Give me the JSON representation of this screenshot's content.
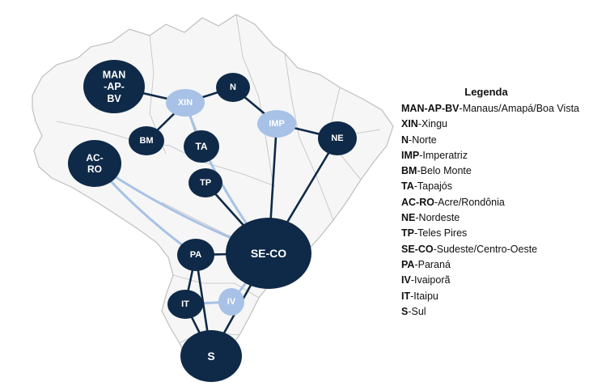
{
  "colors": {
    "node_dark": "#0f2a48",
    "node_light": "#a7c2e6",
    "link_dark": "#0f2a48",
    "link_light": "#a7c2e6",
    "map_fill": "#f6f6f6",
    "map_stroke": "#bfbfbf"
  },
  "nodes": [
    {
      "id": "man",
      "lines": [
        "MAN",
        "-AP-",
        "BV"
      ],
      "style": "dark"
    },
    {
      "id": "xin",
      "lines": [
        "XIN"
      ],
      "style": "light"
    },
    {
      "id": "n",
      "lines": [
        "N"
      ],
      "style": "dark"
    },
    {
      "id": "imp",
      "lines": [
        "IMP"
      ],
      "style": "light"
    },
    {
      "id": "ne",
      "lines": [
        "NE"
      ],
      "style": "dark"
    },
    {
      "id": "bm",
      "lines": [
        "BM"
      ],
      "style": "dark"
    },
    {
      "id": "ta",
      "lines": [
        "TA"
      ],
      "style": "dark"
    },
    {
      "id": "acro",
      "lines": [
        "AC-",
        "RO"
      ],
      "style": "dark"
    },
    {
      "id": "tp",
      "lines": [
        "TP"
      ],
      "style": "dark"
    },
    {
      "id": "seco",
      "lines": [
        "SE-CO"
      ],
      "style": "dark"
    },
    {
      "id": "pa",
      "lines": [
        "PA"
      ],
      "style": "dark"
    },
    {
      "id": "it",
      "lines": [
        "IT"
      ],
      "style": "dark"
    },
    {
      "id": "iv",
      "lines": [
        "IV"
      ],
      "style": "light"
    },
    {
      "id": "s",
      "lines": [
        "S"
      ],
      "style": "dark"
    }
  ],
  "links": [
    {
      "from": "man",
      "to": "xin",
      "style": "dark"
    },
    {
      "from": "xin",
      "to": "n",
      "style": "dark"
    },
    {
      "from": "xin",
      "to": "bm",
      "style": "dark"
    },
    {
      "from": "xin",
      "to": "ta",
      "style": "dark"
    },
    {
      "from": "n",
      "to": "imp",
      "style": "dark"
    },
    {
      "from": "imp",
      "to": "ne",
      "style": "dark"
    },
    {
      "from": "xin",
      "to": "seco",
      "style": "light"
    },
    {
      "from": "imp",
      "to": "seco",
      "style": "dark"
    },
    {
      "from": "ne",
      "to": "seco",
      "style": "dark"
    },
    {
      "from": "acro",
      "to": "seco",
      "style": "light"
    },
    {
      "from": "acro",
      "to": "pa",
      "style": "light"
    },
    {
      "from": "tp",
      "to": "seco",
      "style": "dark"
    },
    {
      "from": "pa",
      "to": "seco",
      "style": "dark"
    },
    {
      "from": "it",
      "to": "iv",
      "style": "light"
    },
    {
      "from": "iv",
      "to": "seco",
      "style": "light"
    },
    {
      "from": "pa",
      "to": "it",
      "style": "dark"
    },
    {
      "from": "it",
      "to": "s",
      "style": "dark"
    },
    {
      "from": "s",
      "to": "seco",
      "style": "dark"
    },
    {
      "from": "pa",
      "to": "s",
      "style": "dark"
    }
  ],
  "legend": {
    "title": "Legenda",
    "items": [
      {
        "code": "MAN-AP-BV",
        "name": "-Manaus/Amapá/Boa Vista"
      },
      {
        "code": "XIN",
        "name": "-Xingu"
      },
      {
        "code": "N",
        "name": "-Norte"
      },
      {
        "code": "IMP",
        "name": "-Imperatriz"
      },
      {
        "code": "BM",
        "name": "-Belo Monte"
      },
      {
        "code": "TA",
        "name": "-Tapajós"
      },
      {
        "code": "AC-RO",
        "name": "-Acre/Rondônia"
      },
      {
        "code": "NE",
        "name": "-Nordeste"
      },
      {
        "code": "TP",
        "name": "-Teles Pires"
      },
      {
        "code": "SE-CO",
        "name": "-Sudeste/Centro-Oeste"
      },
      {
        "code": "PA",
        "name": "-Paraná"
      },
      {
        "code": "IV",
        "name": "-Ivaiporã"
      },
      {
        "code": "IT",
        "name": "-Itaipu"
      },
      {
        "code": "S",
        "name": "-Sul"
      }
    ]
  }
}
